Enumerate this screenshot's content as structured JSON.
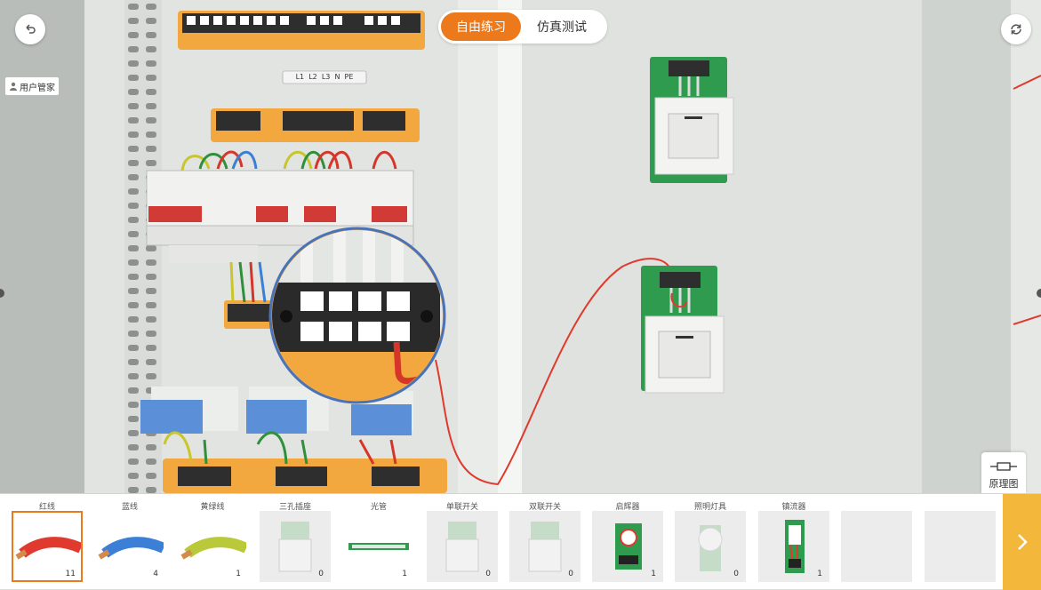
{
  "controls": {
    "back_icon": "back-arrow-icon",
    "reset_icon": "refresh-icon",
    "user_label": "用户管家",
    "mode_tabs": [
      "自由练习",
      "仿真测试"
    ],
    "schematic_label": "原理图"
  },
  "cabinet": {
    "busbar_labels": "L1  L2  L3  N  PE"
  },
  "tray": {
    "items": [
      {
        "label": "红线",
        "count": "11",
        "selected": true
      },
      {
        "label": "蓝线",
        "count": "4"
      },
      {
        "label": "黄绿线",
        "count": "1"
      },
      {
        "label": "三孔插座",
        "count": "0"
      },
      {
        "label": "光管",
        "count": "1"
      },
      {
        "label": "单联开关",
        "count": "0"
      },
      {
        "label": "双联开关",
        "count": "0"
      },
      {
        "label": "启辉器",
        "count": "1"
      },
      {
        "label": "照明灯具",
        "count": "0"
      },
      {
        "label": "镇流器",
        "count": "1"
      },
      {
        "label": "",
        "count": ""
      },
      {
        "label": "",
        "count": ""
      }
    ],
    "colors": {
      "red_wire": "#e03a2e",
      "blue_wire": "#3b7fd6",
      "yellow_green_wire": "#b9c93a",
      "accent": "#ec7a1c",
      "next": "#f3b73b"
    }
  }
}
